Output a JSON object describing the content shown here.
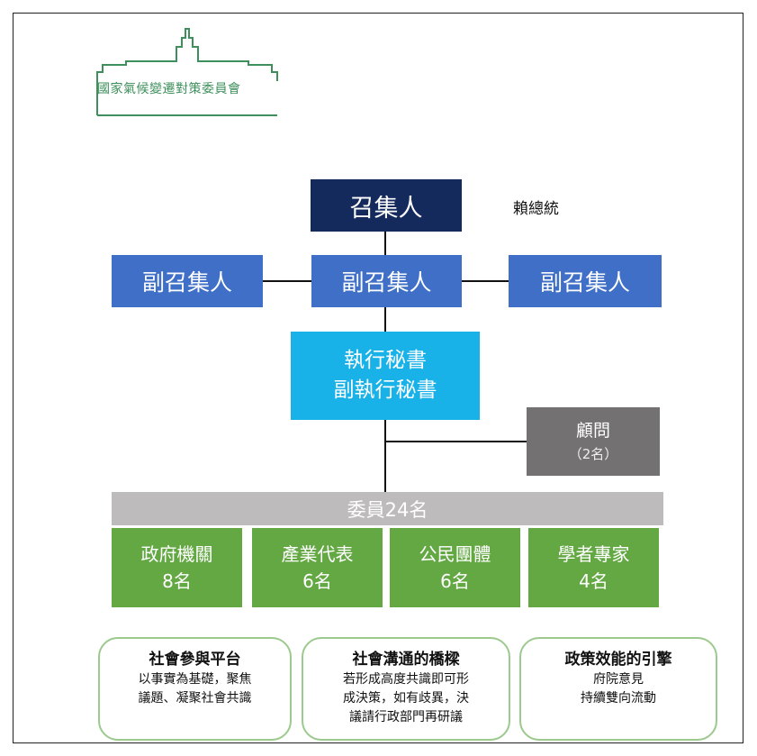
{
  "logo": {
    "text": "國家氣候變遷對策委員會",
    "line_color": "#3d8f5b"
  },
  "convener": {
    "title": "召集人",
    "name": "賴總統",
    "color": "#152a5c"
  },
  "vice_conveners": [
    {
      "label": "副召集人"
    },
    {
      "label": "副召集人"
    },
    {
      "label": "副召集人"
    }
  ],
  "executive": {
    "line1": "執行秘書",
    "line2": "副執行秘書",
    "color": "#18b2e8"
  },
  "advisor": {
    "title": "顧問",
    "count": "（2名）",
    "color": "#737171"
  },
  "members": {
    "total": "委員24名",
    "categories": [
      {
        "name": "政府機關",
        "count": "8名"
      },
      {
        "name": "產業代表",
        "count": "6名"
      },
      {
        "name": "公民團體",
        "count": "6名"
      },
      {
        "name": "學者專家",
        "count": "4名"
      }
    ],
    "category_color": "#64a844"
  },
  "roles": [
    {
      "title": "社會參與平台",
      "lines": [
        "以事實為基礎，聚焦",
        "議題、凝聚社會共識"
      ]
    },
    {
      "title": "社會溝通的橋樑",
      "lines": [
        "若形成高度共識即可形",
        "成決策，如有歧異，決",
        "議請行政部門再研議"
      ]
    },
    {
      "title": "政策效能的引擎",
      "lines": [
        "府院意見",
        "持續雙向流動"
      ]
    }
  ]
}
